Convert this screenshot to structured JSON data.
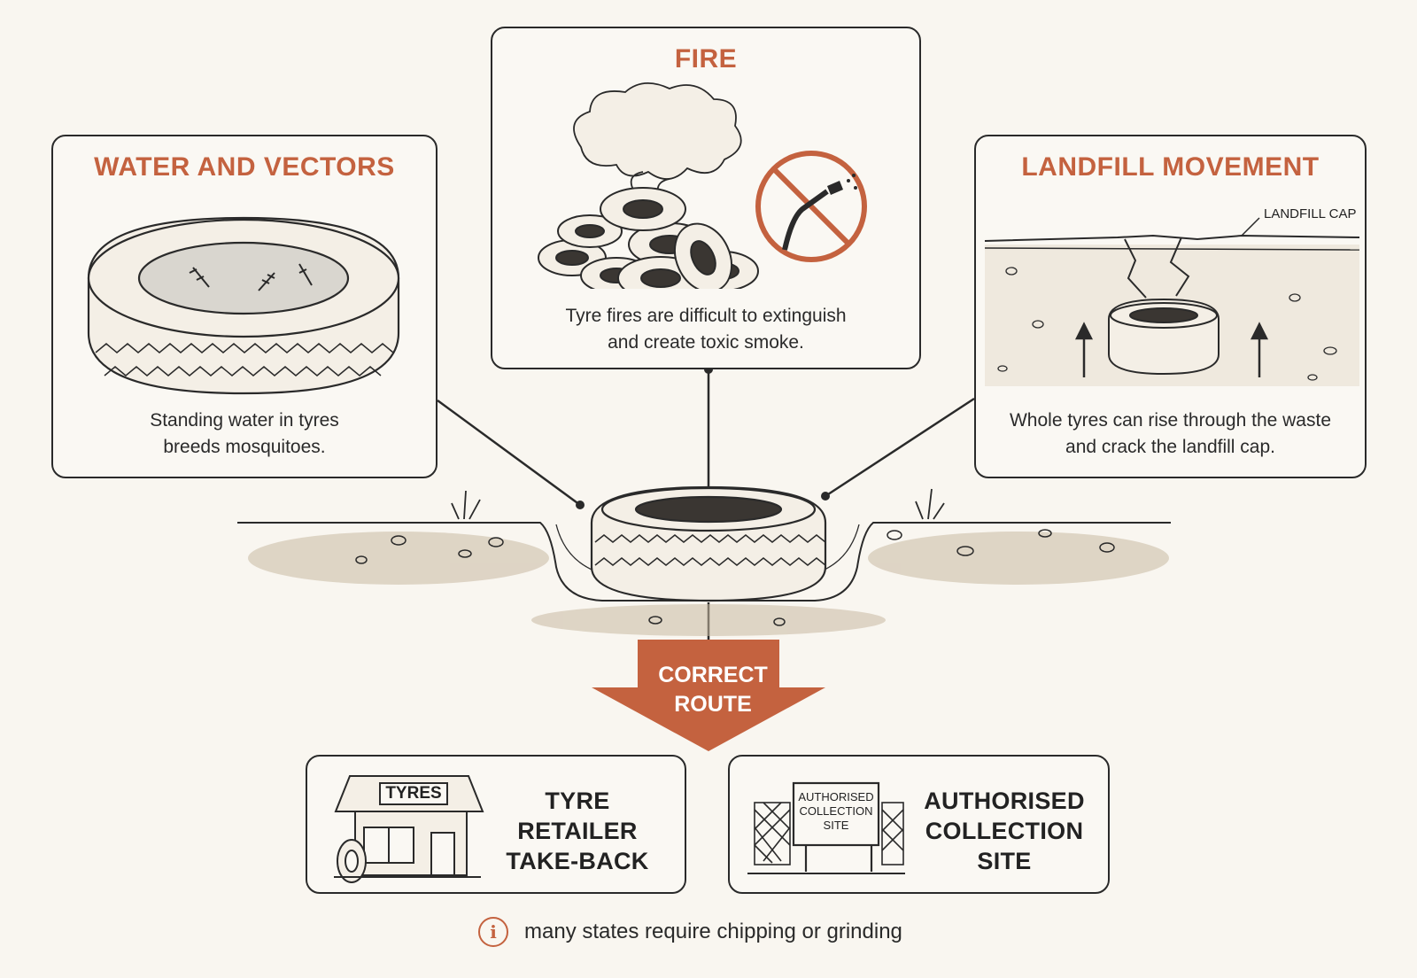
{
  "water": {
    "title": "WATER AND VECTORS",
    "line1": "Standing water in tyres",
    "line2": "breeds mosquitoes."
  },
  "fire": {
    "title": "FIRE",
    "line1": "Tyre fires are difficult to extinguish",
    "line2": "and create toxic smoke."
  },
  "landfill": {
    "title": "LANDFILL MOVEMENT",
    "cap_label": "LANDFILL CAP",
    "line1": "Whole tyres can rise through the waste",
    "line2": "and crack the landfill cap."
  },
  "arrow": {
    "line1": "CORRECT",
    "line2": "ROUTE"
  },
  "retailer": {
    "sign": "TYRES",
    "line1": "TYRE RETAILER",
    "line2": "TAKE-BACK"
  },
  "collection": {
    "sign_line1": "AUTHORISED",
    "sign_line2": "COLLECTION",
    "sign_line3": "SITE",
    "line1": "AUTHORISED",
    "line2": "COLLECTION SITE"
  },
  "note": {
    "icon": "info-icon",
    "text": "many states require chipping or grinding"
  },
  "colors": {
    "accent": "#c4623f",
    "ink": "#2a2a2a",
    "background": "#f9f6f0"
  }
}
